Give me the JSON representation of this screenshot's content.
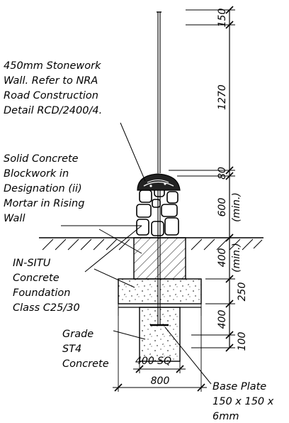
{
  "notes": {
    "stonework": [
      "450mm Stonework",
      "Wall. Refer to NRA",
      "Road Construction",
      "Detail RCD/2400/4."
    ],
    "blockwork": [
      "Solid Concrete",
      "Blockwork in",
      "Designation (ii)",
      "Mortar in Rising",
      "Wall"
    ],
    "foundation": [
      "IN-SITU",
      "Concrete",
      "Foundation",
      "Class C25/30"
    ],
    "grade": [
      "Grade",
      "ST4",
      "Concrete"
    ],
    "base_plate": [
      "Base Plate",
      "150 x 150 x",
      "6mm"
    ]
  },
  "dimensions": {
    "top": "150",
    "pole": "1270",
    "cap": "80",
    "wall": "600",
    "wall_min": "(min.)",
    "rising": "400",
    "rising_min": "(min.)",
    "foundation": "250",
    "pocket": "400",
    "base": "100",
    "pocket_width": "400 SQ",
    "foundation_width": "800"
  },
  "colors": {
    "ink": "#000000",
    "background": "#ffffff"
  }
}
